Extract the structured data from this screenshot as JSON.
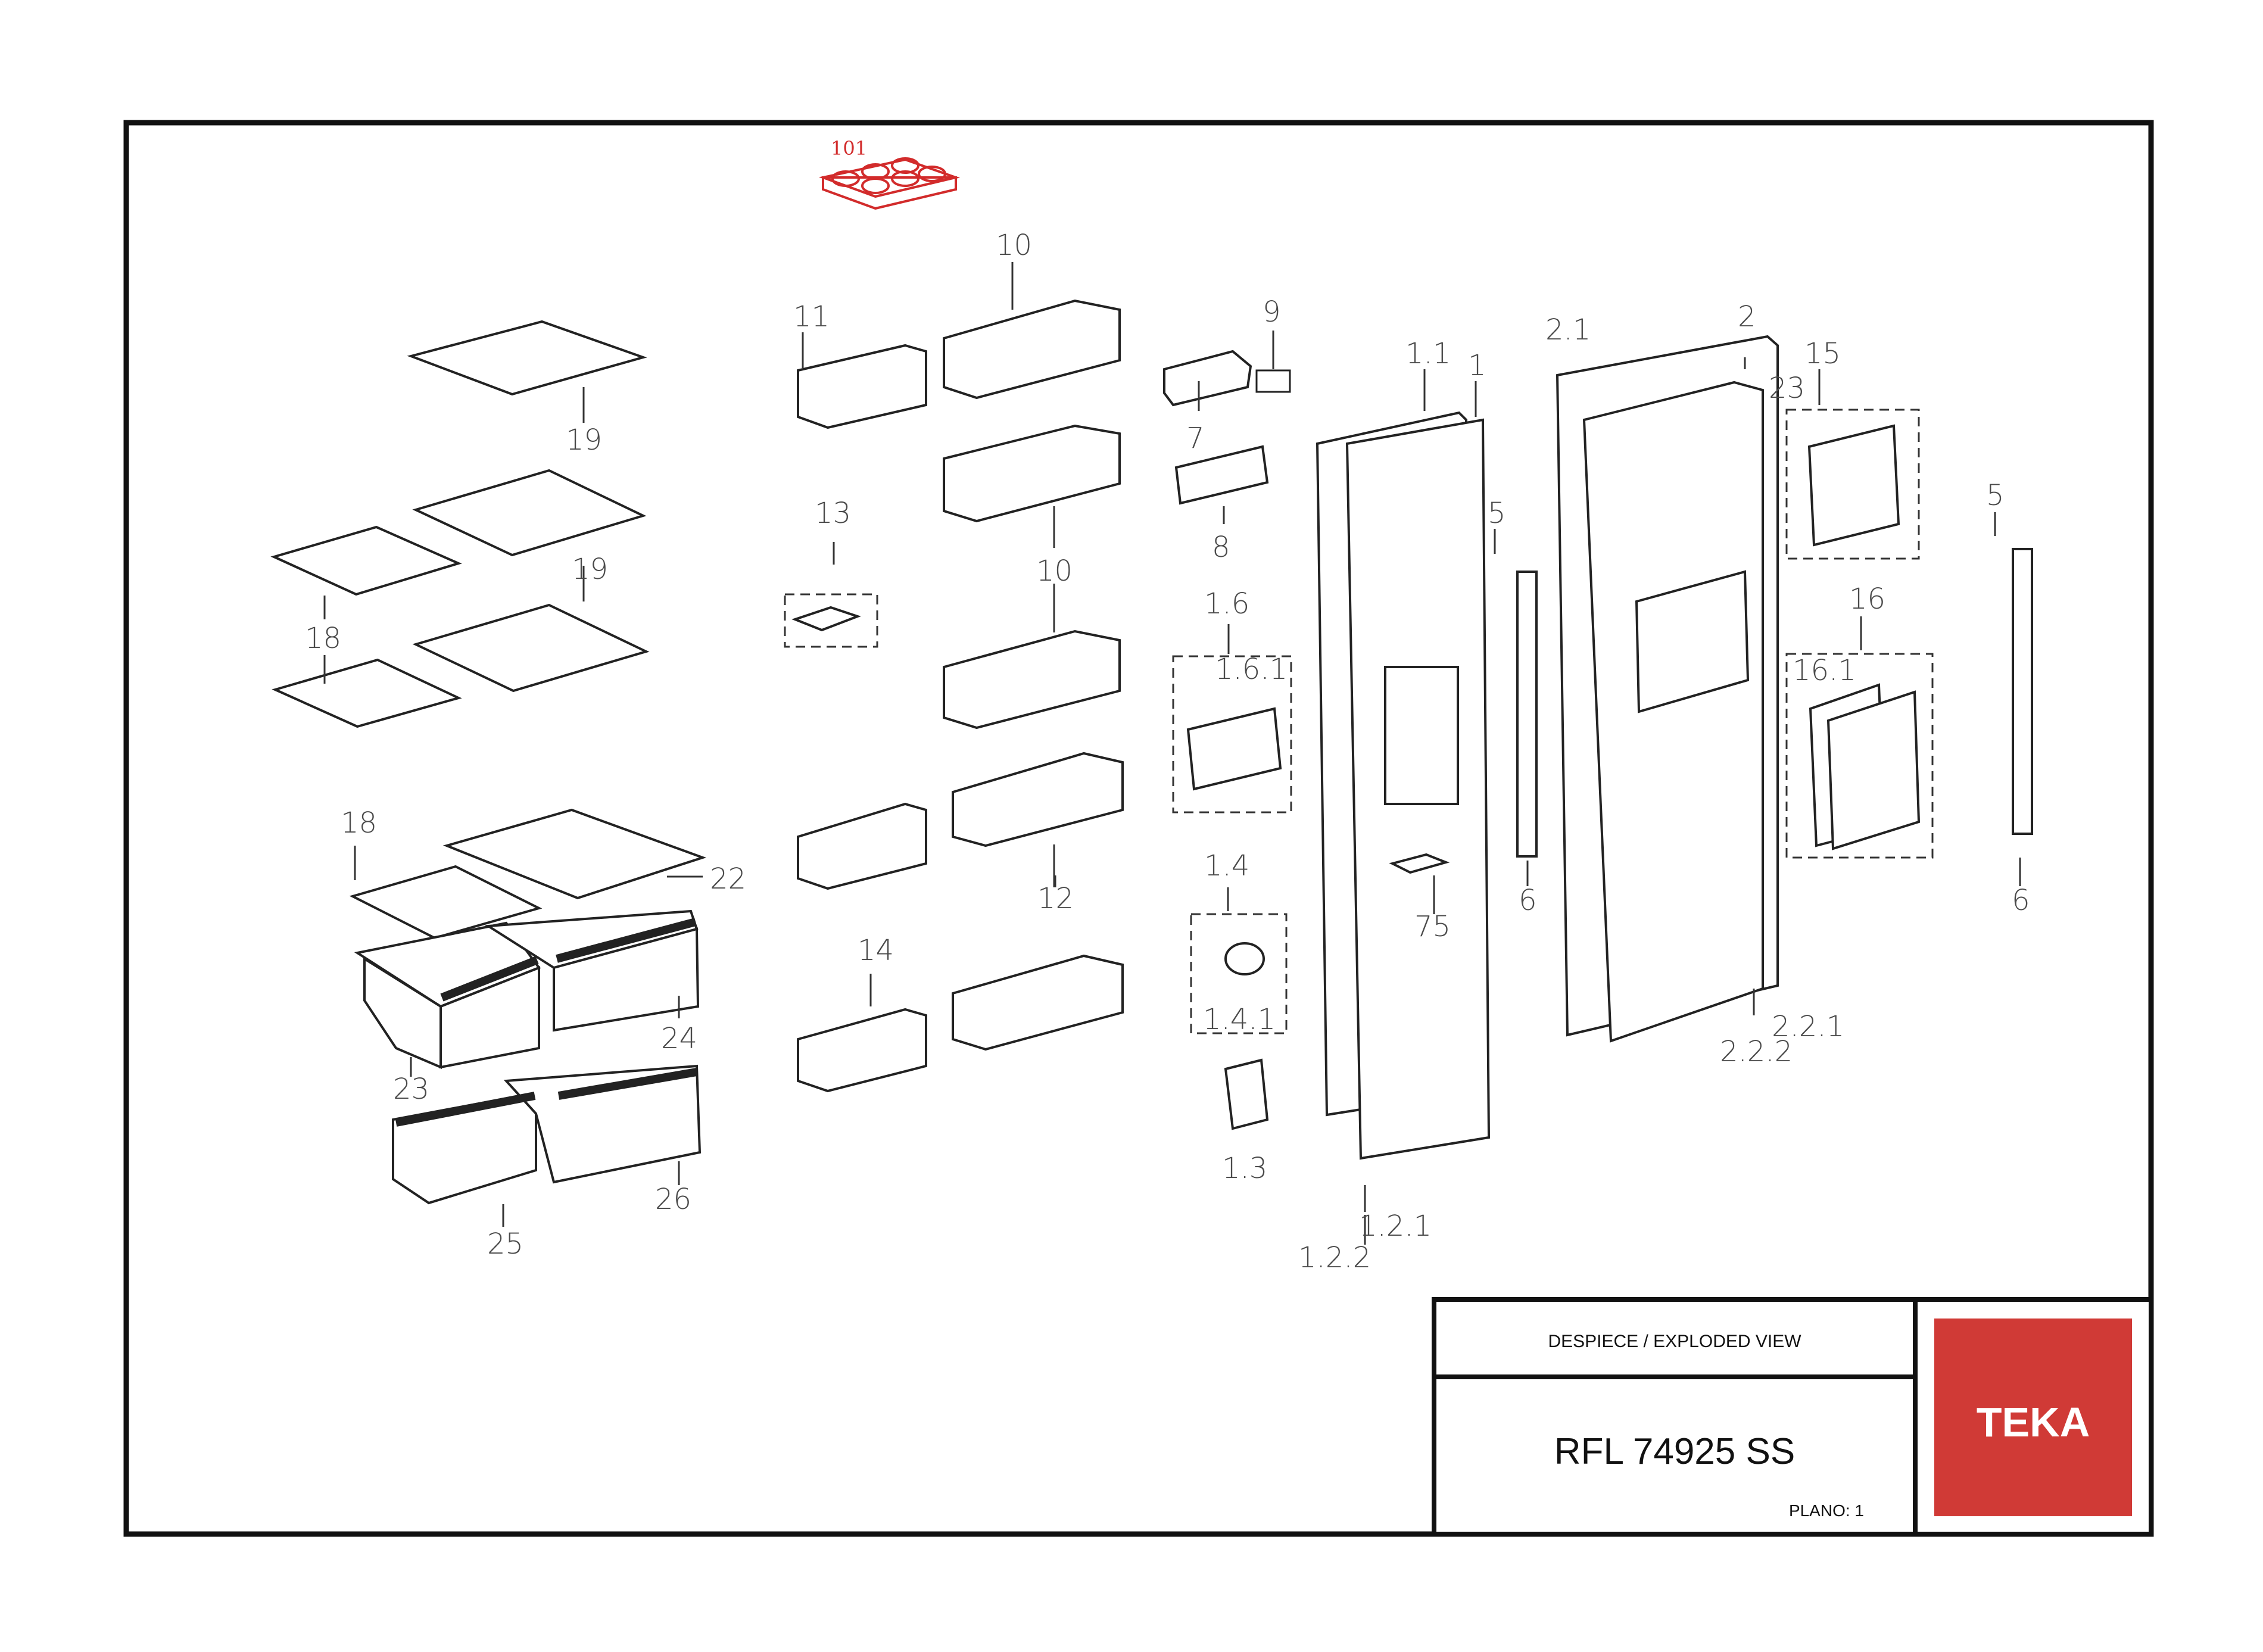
{
  "title_block": {
    "heading": "DESPIECE / EXPLODED VIEW",
    "model": "RFL 74925 SS",
    "plano": "PLANO: 1",
    "brand": "TEKA",
    "brand_color": "#d03a36"
  },
  "callouts": {
    "c101": "101",
    "c10a": "10",
    "c11": "11",
    "c9": "9",
    "c7": "7",
    "c8": "8",
    "c19a": "19",
    "c19b": "19",
    "c18a": "18",
    "c18b": "18",
    "c13": "13",
    "c10b": "10",
    "c16_left": "1.6",
    "c1_6_1": "1.6.1",
    "c14_left": "14",
    "c12": "12",
    "c1_4": "1.4",
    "c1_4_1": "1.4.1",
    "c1_3": "1.3",
    "c1_1": "1.1",
    "c1": "1",
    "c5a": "5",
    "c6a": "6",
    "c75": "75",
    "c1_2_1": "1.2.1",
    "c1_2_2": "1.2.2",
    "c2_1": "2.1",
    "c2": "2",
    "c23_door": "23",
    "c15": "15",
    "c16_right": "16",
    "c16_1": "16.1",
    "c5b": "5",
    "c6b": "6",
    "c2_2_1": "2.2.1",
    "c2_2_2": "2.2.2",
    "c22": "22",
    "c24": "24",
    "c23": "23",
    "c26": "26",
    "c25": "25"
  },
  "colors": {
    "line": "#222222",
    "highlight": "#d22b2b",
    "label": "#4a4a4a"
  }
}
